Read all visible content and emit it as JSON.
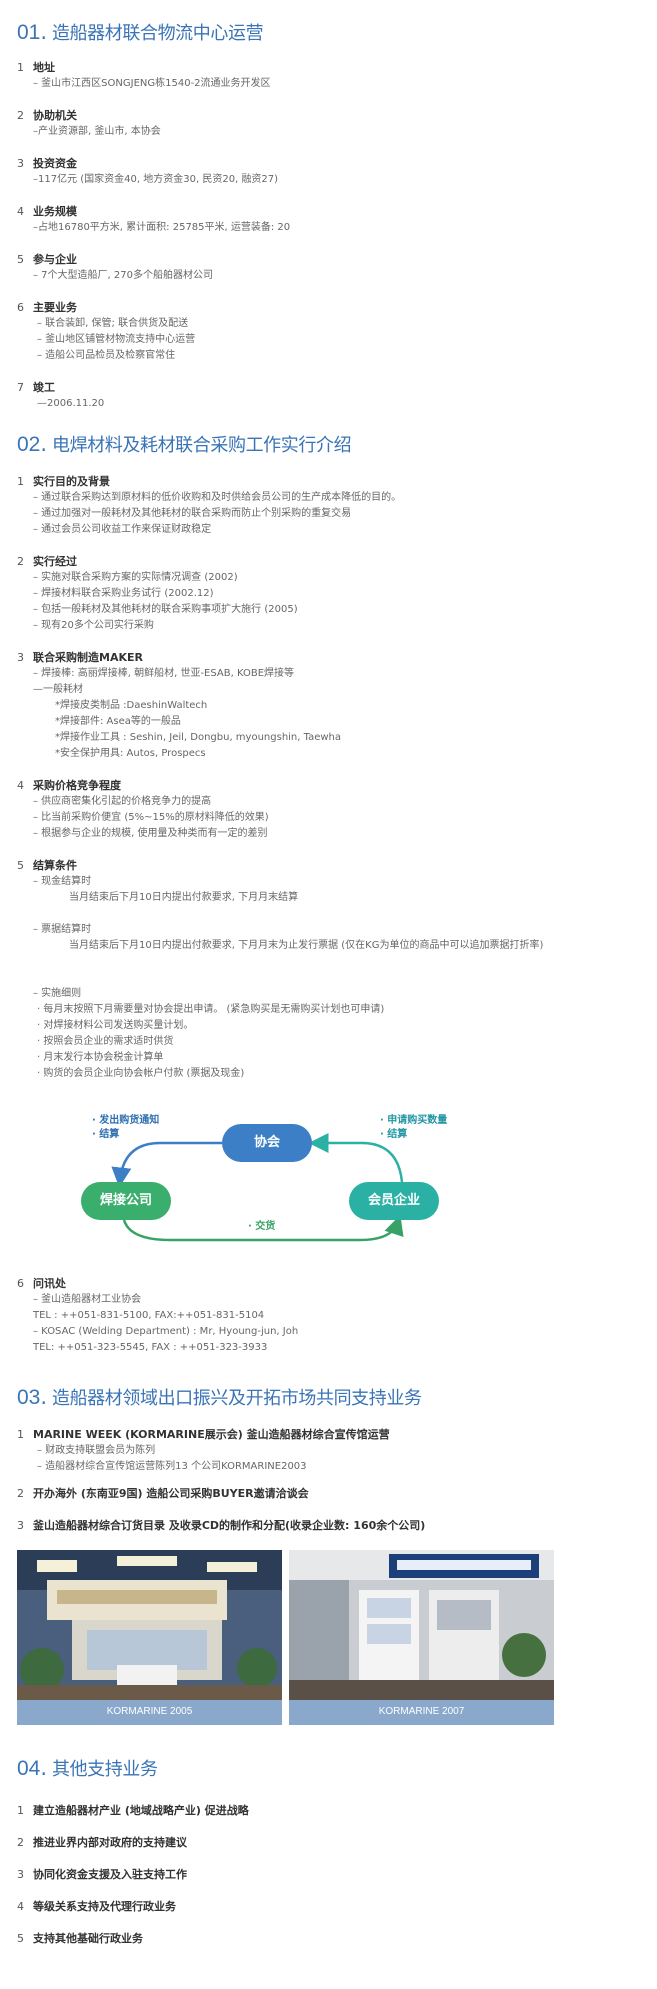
{
  "sections": {
    "s1": {
      "num": "01",
      "title": "造船器材联合物流中心运营",
      "items": [
        {
          "n": "1",
          "head": "地址",
          "lines": [
            "– 釜山市江西区SONGJENG栋1540-2流通业务开发区"
          ]
        },
        {
          "n": "2",
          "head": "协助机关",
          "lines": [
            "–产业资源部, 釜山市, 本协会"
          ]
        },
        {
          "n": "3",
          "head": "投资资金",
          "lines": [
            "–117亿元 (国家资金40, 地方资金30, 民资20, 融资27)"
          ]
        },
        {
          "n": "4",
          "head": "业务规模",
          "lines": [
            "–占地16780平方米,    累计面积: 25785平米,    运营装备: 20"
          ]
        },
        {
          "n": "5",
          "head": "参与企业",
          "lines": [
            "– 7个大型造船厂, 270多个船舶器材公司"
          ]
        },
        {
          "n": "6",
          "head": "主要业务",
          "lines": [
            "– 联合装卸, 保管; 联合供货及配送",
            "– 釜山地区铺管材物流支持中心运营",
            "– 造船公司品检员及检察官常住"
          ]
        },
        {
          "n": "7",
          "head": "竣工",
          "lines": [
            "—2006.11.20"
          ]
        }
      ]
    },
    "s2": {
      "num": "02",
      "title": "电焊材料及耗材联合采购工作实行介绍",
      "item1": {
        "n": "1",
        "head": "实行目的及背景",
        "lines": [
          "– 通过联合采购达到原材料的低价收购和及时供给会员公司的生产成本降低的目的。",
          "– 通过加强对一般耗材及其他耗材的联合采购而防止个别采购的重复交易",
          "– 通过会员公司收益工作来保证财政稳定"
        ]
      },
      "item2": {
        "n": "2",
        "head": "实行经过",
        "lines": [
          "– 实施对联合采购方案的实际情况调查 (2002)",
          "– 焊接材料联合采购业务试行 (2002.12)",
          "– 包括一般耗材及其他耗材的联合采购事项扩大施行 (2005)",
          "– 现有20多个公司实行采购"
        ]
      },
      "item3": {
        "n": "3",
        "head": "联合采购制造MAKER",
        "lines": [
          "– 焊接棒: 高丽焊接棒, 朝鲜船材, 世亚-ESAB, KOBE焊接等",
          "—一般耗材"
        ],
        "sub": [
          "*焊接皮类制品 :DaeshinWaltech",
          "*焊接部件: Asea等的一般品",
          "*焊接作业工具 : Seshin, Jeil, Dongbu, myoungshin, Taewha",
          "*安全保护用具: Autos, Prospecs"
        ]
      },
      "item4": {
        "n": "4",
        "head": "采购价格竞争程度",
        "lines": [
          "– 供应商密集化引起的价格竞争力的提高",
          "– 比当前采购价便宜 (5%~15%的原材料降低的效果)",
          "– 根据参与企业的规模, 使用量及种类而有一定的差别"
        ]
      },
      "item5": {
        "n": "5",
        "head": "结算条件",
        "cash_label": "– 现金结算时",
        "cash_text": "当月结束后下月10日内提出付款要求, 下月月末结算",
        "bill_label": "– 票据结算时",
        "bill_text": "当月结束后下月10日内提出付款要求, 下月月末为止发行票据 (仅在KG为单位的商品中可以追加票据打折率)",
        "detail_label": "– 实施细则",
        "details": [
          "· 每月末按照下月需要量对协会提出申请。 (紧急购买是无需购买计划也可申请)",
          "· 对焊接材料公司发送购买量计划。",
          "· 按照会员企业的需求适时供货",
          "· 月末发行本协会税金计算单",
          "· 购货的会员企业向协会帐户付款 (票据及现金)"
        ]
      },
      "flow": {
        "assoc": "协会",
        "weld": "焊接公司",
        "member": "会员企业",
        "left_notes": [
          "· 发出购货通知",
          "· 结算"
        ],
        "right_notes": [
          "· 申请购买数量",
          "· 结算"
        ],
        "bottom_note": "· 交货",
        "colors": {
          "assoc": "#3d7fc6",
          "weld": "#3aae6d",
          "member": "#2bb0a4"
        }
      },
      "item6": {
        "n": "6",
        "head": "问讯处",
        "lines": [
          "– 釜山造船器材工业协会",
          "TEL : ++051-831-5100, FAX:++051-831-5104",
          "– KOSAC (Welding Department) : Mr, Hyoung-jun, Joh",
          "TEL: ++051-323-5545, FAX : ++051-323-3933"
        ]
      }
    },
    "s3": {
      "num": "03",
      "title": "造船器材领域出口振兴及开拓市场共同支持业务",
      "item1": {
        "n": "1",
        "head": "MARINE WEEK (KORMARINE展示会) 釜山造船器材综合宣传馆运营",
        "lines": [
          "– 财政支持联盟会员为陈列",
          "– 造船器材综合宣传馆运营陈列13 个公司KORMARINE2003"
        ]
      },
      "item2": {
        "n": "2",
        "head": "开办海外 (东南亚9国) 造船公司采购BUYER邀请洽谈会"
      },
      "item3": {
        "n": "3",
        "head": "釜山造船器材综合订货目录 及收录CD的制作和分配(收录企业数: 160余个公司)"
      },
      "photos": [
        {
          "caption": "KORMARINE 2005"
        },
        {
          "caption": "KORMARINE 2007"
        }
      ]
    },
    "s4": {
      "num": "04",
      "title": "其他支持业务",
      "items": [
        {
          "n": "1",
          "head": "建立造船器材产业 (地域战略产业) 促进战略"
        },
        {
          "n": "2",
          "head": "推进业界内部对政府的支持建议"
        },
        {
          "n": "3",
          "head": "协同化资金支援及入驻支持工作"
        },
        {
          "n": "4",
          "head": "等级关系支持及代理行政业务"
        },
        {
          "n": "5",
          "head": "支持其他基础行政业务"
        }
      ]
    }
  }
}
